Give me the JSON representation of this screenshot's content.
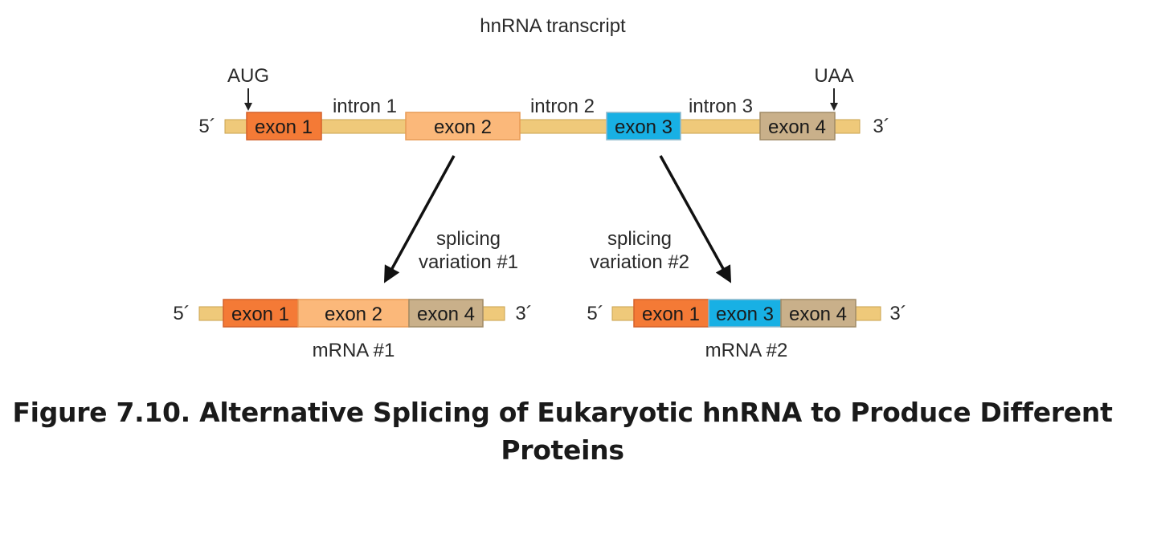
{
  "title": "hnRNA transcript",
  "colors": {
    "strand": "#efc97a",
    "strand_stroke": "#caa24e",
    "exon1": "#f47a36",
    "exon2": "#fbb87a",
    "exon3": "#18b0e4",
    "exon4": "#c9b08a",
    "arrow": "#111111"
  },
  "transcript": {
    "five_prime": "5´",
    "three_prime": "3´",
    "start_codon": "AUG",
    "stop_codon": "UAA",
    "exons": [
      "exon 1",
      "exon 2",
      "exon 3",
      "exon 4"
    ],
    "introns": [
      "intron 1",
      "intron 2",
      "intron 3"
    ]
  },
  "variations": [
    {
      "line1": "splicing",
      "line2": "variation #1"
    },
    {
      "line1": "splicing",
      "line2": "variation #2"
    }
  ],
  "mrnas": [
    {
      "label": "mRNA #1",
      "five_prime": "5´",
      "three_prime": "3´",
      "exons": [
        "exon 1",
        "exon 2",
        "exon 4"
      ]
    },
    {
      "label": "mRNA #2",
      "five_prime": "5´",
      "three_prime": "3´",
      "exons": [
        "exon 1",
        "exon 3",
        "exon 4"
      ]
    }
  ],
  "caption": "Figure 7.10.  Alternative Splicing of Eukaryotic hnRNA to Produce Different Proteins"
}
